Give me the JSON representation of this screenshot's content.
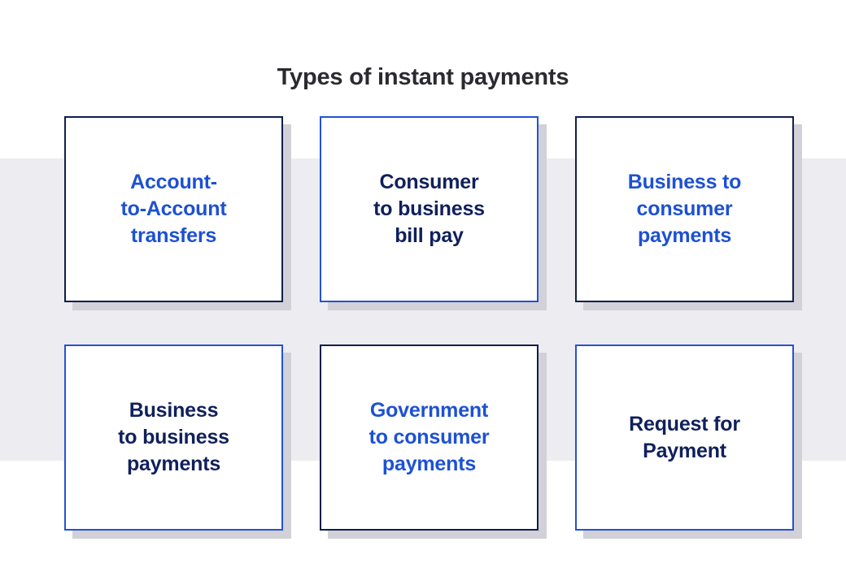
{
  "page": {
    "title": "Types of instant payments",
    "background_color": "#ffffff",
    "band_color": "#edecf1",
    "title_color": "#2b2b2f"
  },
  "colors": {
    "bright_blue": "#1d51d3",
    "navy": "#10205c",
    "border_navy": "#111d4e",
    "border_blue": "#2353d4",
    "shadow_gray": "#d2d1d7"
  },
  "cards": [
    {
      "label": "Account-\nto-Account\ntransfers",
      "text_color_name": "blue",
      "border_color_name": "navy",
      "row": 1,
      "column": 1
    },
    {
      "label": "Consumer\nto business\nbill pay",
      "text_color_name": "navy",
      "border_color_name": "blue",
      "row": 1,
      "column": 2
    },
    {
      "label": "Business to\nconsumer\npayments",
      "text_color_name": "blue",
      "border_color_name": "navy",
      "row": 1,
      "column": 3
    },
    {
      "label": "Business\nto business\npayments",
      "text_color_name": "navy",
      "border_color_name": "blue",
      "row": 2,
      "column": 1
    },
    {
      "label": "Government\nto consumer\npayments",
      "text_color_name": "blue",
      "border_color_name": "navy",
      "row": 2,
      "column": 2
    },
    {
      "label": "Request for\nPayment",
      "text_color_name": "navy",
      "border_color_name": "blue",
      "row": 2,
      "column": 3
    }
  ]
}
